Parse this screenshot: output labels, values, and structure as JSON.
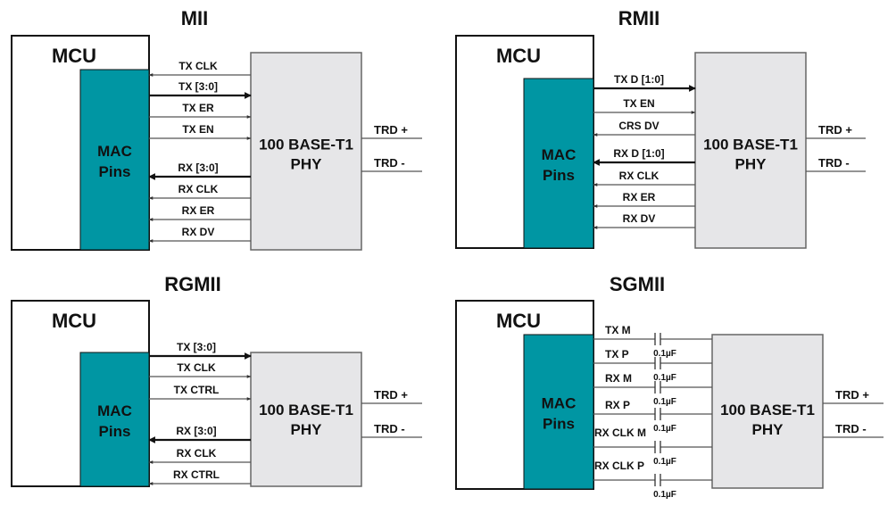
{
  "colors": {
    "mac": "#0096a3",
    "phy": "#e6e6e8",
    "line": "#555555",
    "text": "#111111"
  },
  "panels": [
    {
      "title": "MII",
      "mcu_label": "MCU",
      "mac_label": [
        "MAC",
        "Pins"
      ],
      "phy_label": [
        "100 BASE-T1",
        "PHY"
      ],
      "trd": [
        "TRD  +",
        "TRD  -"
      ],
      "signals": [
        {
          "label": "TX CLK",
          "dir": "to-mcu",
          "bus": false
        },
        {
          "label": "TX  [3:0]",
          "dir": "to-phy",
          "bus": true
        },
        {
          "label": "TX ER",
          "dir": "to-phy",
          "bus": false
        },
        {
          "label": "TX EN",
          "dir": "to-phy",
          "bus": false
        },
        {
          "label": "RX  [3:0]",
          "dir": "to-mcu",
          "bus": true
        },
        {
          "label": "RX CLK",
          "dir": "to-mcu",
          "bus": false
        },
        {
          "label": "RX ER",
          "dir": "to-mcu",
          "bus": false
        },
        {
          "label": "RX DV",
          "dir": "to-mcu",
          "bus": false
        }
      ]
    },
    {
      "title": "RMII",
      "mcu_label": "MCU",
      "mac_label": [
        "MAC",
        "Pins"
      ],
      "phy_label": [
        "100 BASE-T1",
        "PHY"
      ],
      "trd": [
        "TRD  +",
        "TRD  -"
      ],
      "signals": [
        {
          "label": "TX D  [1:0]",
          "dir": "to-phy",
          "bus": true
        },
        {
          "label": "TX EN",
          "dir": "to-phy",
          "bus": false
        },
        {
          "label": "CRS DV",
          "dir": "to-mcu",
          "bus": false
        },
        {
          "label": "RX D  [1:0]",
          "dir": "to-mcu",
          "bus": true
        },
        {
          "label": "RX CLK",
          "dir": "to-mcu",
          "bus": false
        },
        {
          "label": "RX ER",
          "dir": "to-mcu",
          "bus": false
        },
        {
          "label": "RX DV",
          "dir": "to-mcu",
          "bus": false
        }
      ]
    },
    {
      "title": "RGMII",
      "mcu_label": "MCU",
      "mac_label": [
        "MAC",
        "Pins"
      ],
      "phy_label": [
        "100 BASE-T1",
        "PHY"
      ],
      "trd": [
        "TRD  +",
        "TRD  -"
      ],
      "signals": [
        {
          "label": "TX  [3:0]",
          "dir": "to-phy",
          "bus": true
        },
        {
          "label": "TX CLK",
          "dir": "to-phy",
          "bus": false
        },
        {
          "label": "TX CTRL",
          "dir": "to-phy",
          "bus": false
        },
        {
          "label": "RX  [3:0]",
          "dir": "to-mcu",
          "bus": true
        },
        {
          "label": "RX CLK",
          "dir": "to-mcu",
          "bus": false
        },
        {
          "label": "RX CTRL",
          "dir": "to-mcu",
          "bus": false
        }
      ]
    },
    {
      "title": "SGMII",
      "mcu_label": "MCU",
      "mac_label": [
        "MAC",
        "Pins"
      ],
      "phy_label": [
        "100 BASE-T1",
        "PHY"
      ],
      "trd": [
        "TRD  +",
        "TRD  -"
      ],
      "capacitor": "0.1µF",
      "signals": [
        {
          "label": "TX M",
          "dir": "none",
          "bus": false
        },
        {
          "label": "TX P",
          "dir": "none",
          "bus": false
        },
        {
          "label": "RX M",
          "dir": "none",
          "bus": false
        },
        {
          "label": "RX P",
          "dir": "none",
          "bus": false
        },
        {
          "label": "RX CLK M",
          "dir": "none",
          "bus": false
        },
        {
          "label": "RX CLK P",
          "dir": "none",
          "bus": false
        }
      ]
    }
  ]
}
